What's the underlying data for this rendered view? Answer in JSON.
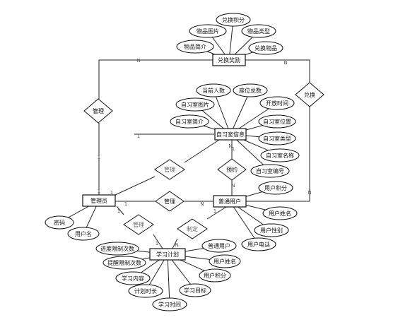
{
  "entities": [
    {
      "id": "reward",
      "label": "兑换奖励"
    },
    {
      "id": "room",
      "label": "自习室信息"
    },
    {
      "id": "admin",
      "label": "管理员"
    },
    {
      "id": "user",
      "label": "普通用户"
    },
    {
      "id": "plan",
      "label": "学习计划"
    }
  ],
  "attributes": [
    {
      "id": "r1",
      "entity": "reward",
      "label": "兑换积分"
    },
    {
      "id": "r2",
      "entity": "reward",
      "label": "物品图片"
    },
    {
      "id": "r3",
      "entity": "reward",
      "label": "物品类型"
    },
    {
      "id": "r4",
      "entity": "reward",
      "label": "物品简介"
    },
    {
      "id": "r5",
      "entity": "reward",
      "label": "兑换物品"
    },
    {
      "id": "s1",
      "entity": "room",
      "label": "当前人数"
    },
    {
      "id": "s2",
      "entity": "room",
      "label": "座位总数"
    },
    {
      "id": "s3",
      "entity": "room",
      "label": "自习室图片"
    },
    {
      "id": "s4",
      "entity": "room",
      "label": "开放时间"
    },
    {
      "id": "s5",
      "entity": "room",
      "label": "自习室简介"
    },
    {
      "id": "s6",
      "entity": "room",
      "label": "自习室位置"
    },
    {
      "id": "s7",
      "entity": "room",
      "label": "自习室类型"
    },
    {
      "id": "s8",
      "entity": "room",
      "label": "自习室名称"
    },
    {
      "id": "s9",
      "entity": "room",
      "label": "自习室编号"
    },
    {
      "id": "u1",
      "entity": "user",
      "label": "用户积分"
    },
    {
      "id": "u2",
      "entity": "user",
      "label": "用户姓名"
    },
    {
      "id": "u3",
      "entity": "user",
      "label": "用户性别"
    },
    {
      "id": "u4",
      "entity": "user",
      "label": "用户电话"
    },
    {
      "id": "a1",
      "entity": "admin",
      "label": "密码"
    },
    {
      "id": "a2",
      "entity": "admin",
      "label": "用户名"
    },
    {
      "id": "p1",
      "entity": "plan",
      "label": "普通用户"
    },
    {
      "id": "p2",
      "entity": "plan",
      "label": "进度限制次数"
    },
    {
      "id": "p3",
      "entity": "plan",
      "label": "提醒限制次数"
    },
    {
      "id": "p4",
      "entity": "plan",
      "label": "用户姓名"
    },
    {
      "id": "p5",
      "entity": "plan",
      "label": "学习内容"
    },
    {
      "id": "p6",
      "entity": "plan",
      "label": "用户积分"
    },
    {
      "id": "p7",
      "entity": "plan",
      "label": "计划时长"
    },
    {
      "id": "p8",
      "entity": "plan",
      "label": "学习目标"
    },
    {
      "id": "p9",
      "entity": "plan",
      "label": "学习时间"
    }
  ],
  "relationships": [
    {
      "id": "rel_manage_reward",
      "label": "管理"
    },
    {
      "id": "rel_exchange",
      "label": "兑换"
    },
    {
      "id": "rel_manage_room",
      "label": "管理"
    },
    {
      "id": "rel_reserve",
      "label": "预约"
    },
    {
      "id": "rel_manage_user",
      "label": "管理"
    },
    {
      "id": "rel_manage_plan",
      "label": "管理"
    },
    {
      "id": "rel_make_plan",
      "label": "制定"
    }
  ],
  "cardinalities": [
    "N",
    "N",
    "1",
    "1",
    "1",
    "N",
    "1",
    "N",
    "1",
    "N",
    "1",
    "1",
    "1",
    "N",
    "N",
    "1"
  ]
}
